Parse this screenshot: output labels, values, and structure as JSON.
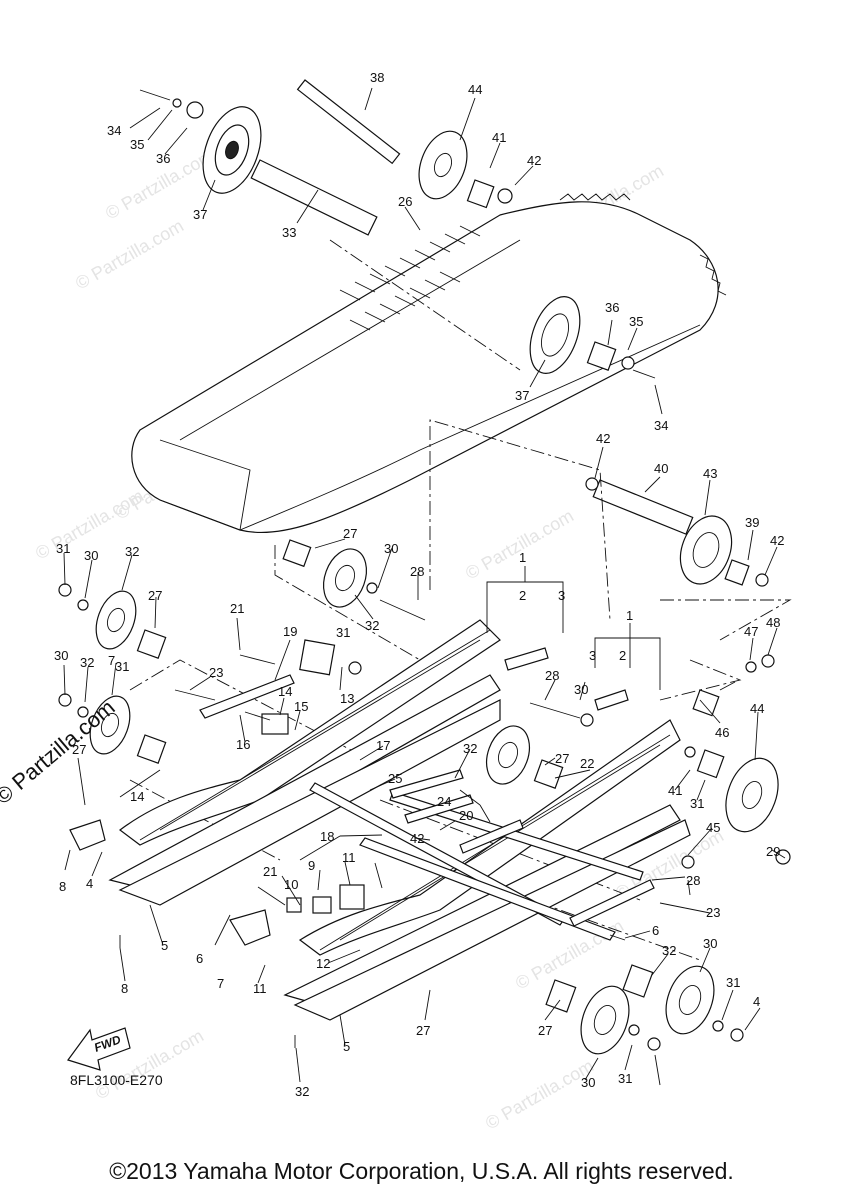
{
  "watermark": "© Partzilla.com",
  "drawing_code": "8FL3100-E270",
  "fwd_label": "FWD",
  "copyright": "©2013 Yamaha Motor Corporation, U.S.A. All rights reserved.",
  "callouts": [
    "34",
    "35",
    "36",
    "37",
    "33",
    "38",
    "44",
    "41",
    "42",
    "26",
    "36",
    "35",
    "37",
    "34",
    "42",
    "40",
    "43",
    "39",
    "42",
    "27",
    "30",
    "28",
    "32",
    "31",
    "30",
    "32",
    "27",
    "21",
    "19",
    "31",
    "13",
    "23",
    "14",
    "15",
    "16",
    "1",
    "2",
    "3",
    "1",
    "3",
    "2",
    "48",
    "47",
    "46",
    "44",
    "28",
    "30",
    "31",
    "30",
    "32",
    "7",
    "27",
    "14",
    "17",
    "25",
    "32",
    "27",
    "22",
    "24",
    "20",
    "42",
    "41",
    "31",
    "45",
    "29",
    "18",
    "28",
    "10",
    "9",
    "11",
    "21",
    "23",
    "6",
    "8",
    "4",
    "5",
    "8",
    "6",
    "7",
    "11",
    "12",
    "27",
    "27",
    "32",
    "30",
    "31",
    "4",
    "5",
    "32",
    "30",
    "31"
  ]
}
